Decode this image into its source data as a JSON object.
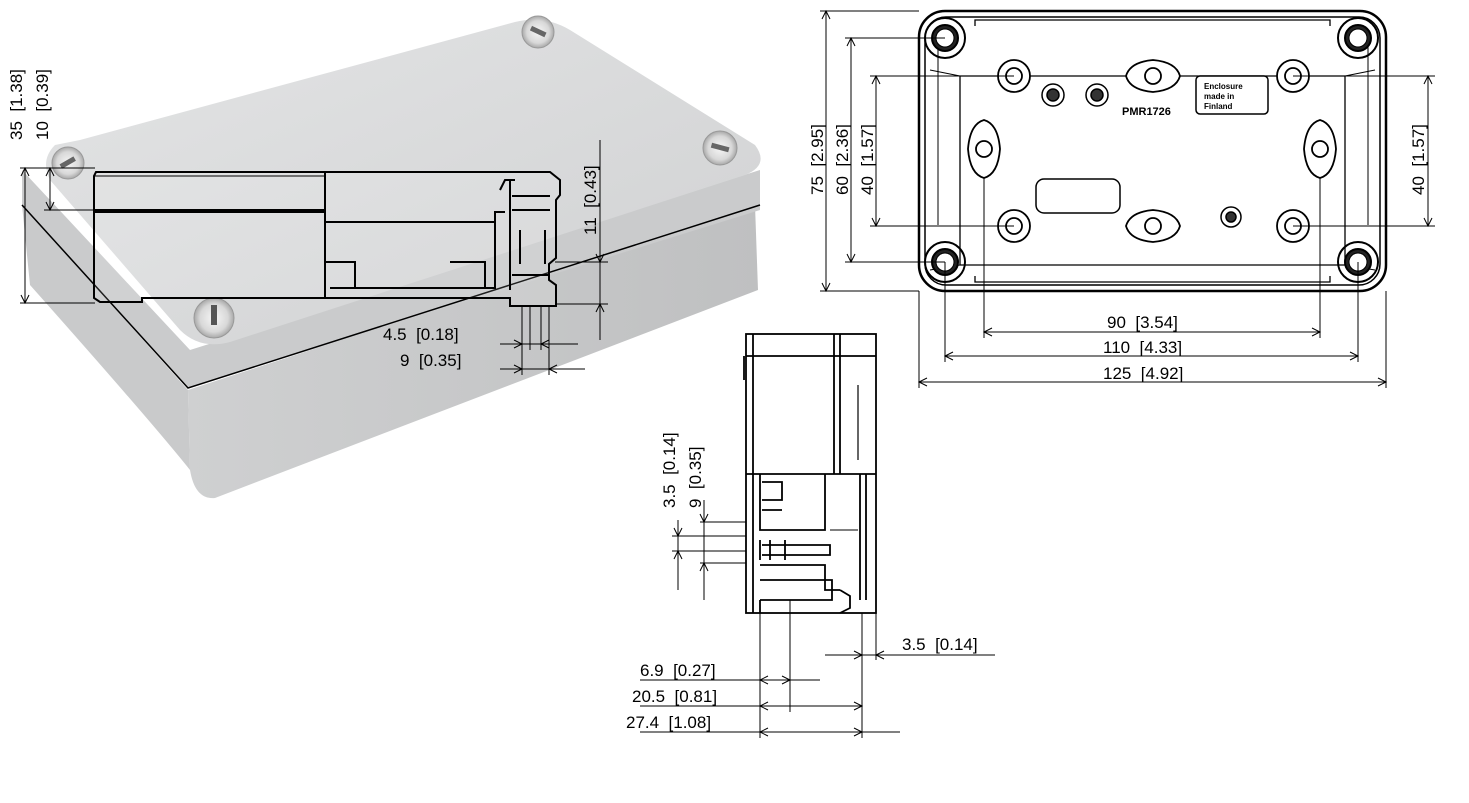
{
  "perspective_view": {
    "dims": {
      "height_total": "35  [1.38]",
      "height_lid": "10  [0.39]",
      "flange_height": "11  [0.43]",
      "flange_offset": "4.5  [0.18]",
      "flange_width": "9  [0.35]"
    }
  },
  "top_view": {
    "dims": {
      "height_outer": "75  [2.95]",
      "height_screw": "60  [2.36]",
      "height_mount_left": "40  [1.57]",
      "height_mount_right": "40  [1.57]",
      "width_mount": "90  [3.54]",
      "width_screw": "110  [4.33]",
      "width_outer": "125  [4.92]"
    },
    "embossing": {
      "line1": "Enclosure",
      "line2": "made in",
      "line3": "Finland",
      "model": "PMR1726"
    }
  },
  "side_view": {
    "dims": {
      "slot_height": "3.5  [0.14]",
      "slot_spacing": "9  [0.35]",
      "lip_width": "3.5  [0.14]",
      "depth_1": "6.9  [0.27]",
      "depth_2": "20.5  [0.81]",
      "depth_3": "27.4  [1.08]"
    }
  }
}
